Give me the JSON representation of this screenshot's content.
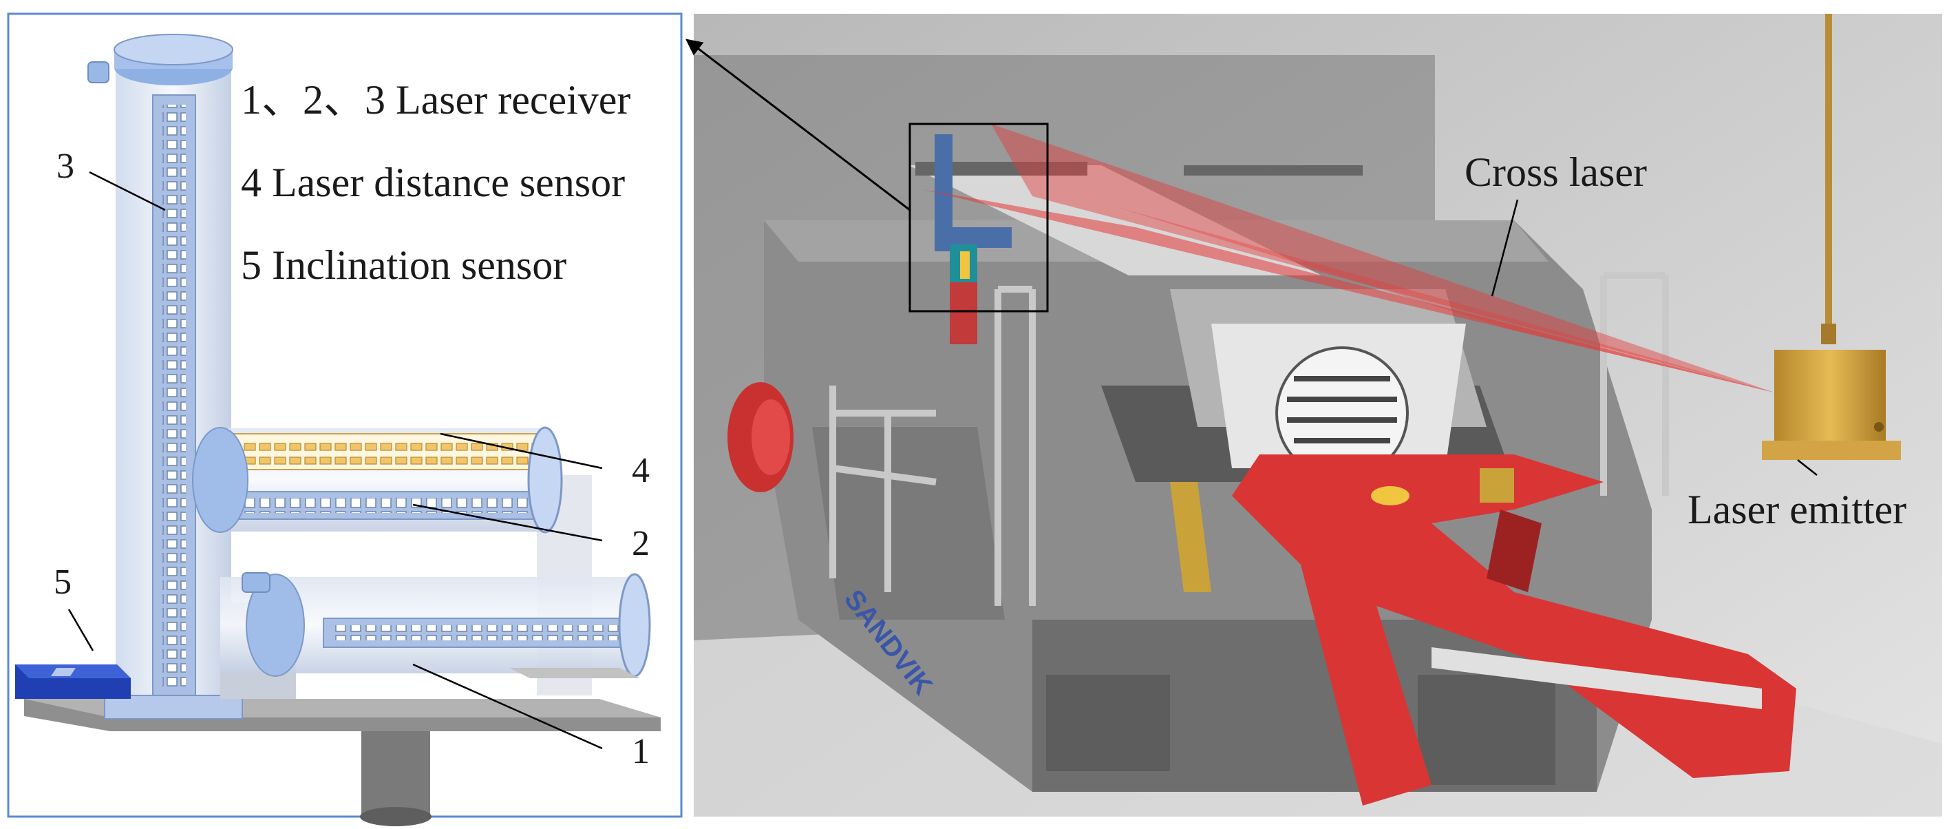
{
  "legend": {
    "line1": "1、2、3 Laser receiver",
    "line2": "4 Laser distance sensor",
    "line3": "5 Inclination sensor"
  },
  "parts": {
    "receiver_vertical": "3",
    "distance_sensor": "4",
    "receiver_horizontal_upper": "2",
    "receiver_horizontal_lower": "1",
    "inclination_sensor": "5"
  },
  "callouts": {
    "cross_laser": "Cross laser",
    "laser_emitter": "Laser emitter"
  },
  "machine_brand": "SANDVIK",
  "colors": {
    "panel_border": "#5b8bd0",
    "receiver_blue": "#9ab8e6",
    "sensor_blue": "#1f3fb3",
    "laser_red": "#e53a3a",
    "boom_red": "#d93535",
    "emitter_gold": "#d9a93a",
    "machine_gray": "#8c8c8c"
  }
}
